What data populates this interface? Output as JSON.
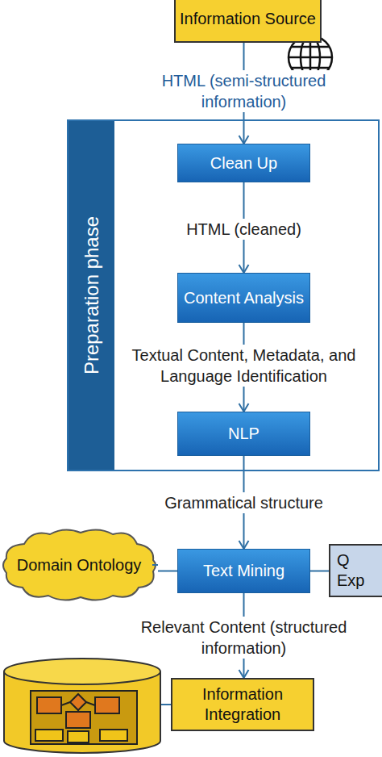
{
  "diagram": {
    "nodes": [
      {
        "text": [
          "Information Source"
        ]
      },
      {
        "text": [
          "Preparation phase"
        ]
      },
      {
        "text": [
          "Clean Up"
        ],
        "in": 1
      },
      {
        "text": [
          "Content Analysis"
        ],
        "in": 1
      },
      {
        "text": [
          "NLP"
        ],
        "in": 1
      },
      {
        "text": [
          "Domain Ontology"
        ]
      },
      {
        "text": [
          "Text Mining"
        ]
      },
      {
        "text": [
          "Q Exp"
        ]
      },
      {
        "text": [
          "Information Integration"
        ]
      }
    ],
    "edges": [
      {
        "from": 0,
        "to": 2,
        "label": "HTML (semi-structured information)",
        "arrow": "to"
      },
      {
        "from": 2,
        "to": 3,
        "label": "HTML (cleaned)",
        "arrow": "to"
      },
      {
        "from": 3,
        "to": 4,
        "label": "Textual Content, Metadata, and Language Identification",
        "arrow": "to"
      },
      {
        "from": 4,
        "to": 6,
        "label": "Grammatical structure",
        "arrow": "to"
      },
      {
        "from": 5,
        "to": 6,
        "arrow": "none"
      },
      {
        "from": 6,
        "to": 7,
        "arrow": "none"
      },
      {
        "from": 6,
        "to": 8,
        "label": "Relevant Content (structured information)",
        "arrow": "to"
      }
    ]
  }
}
